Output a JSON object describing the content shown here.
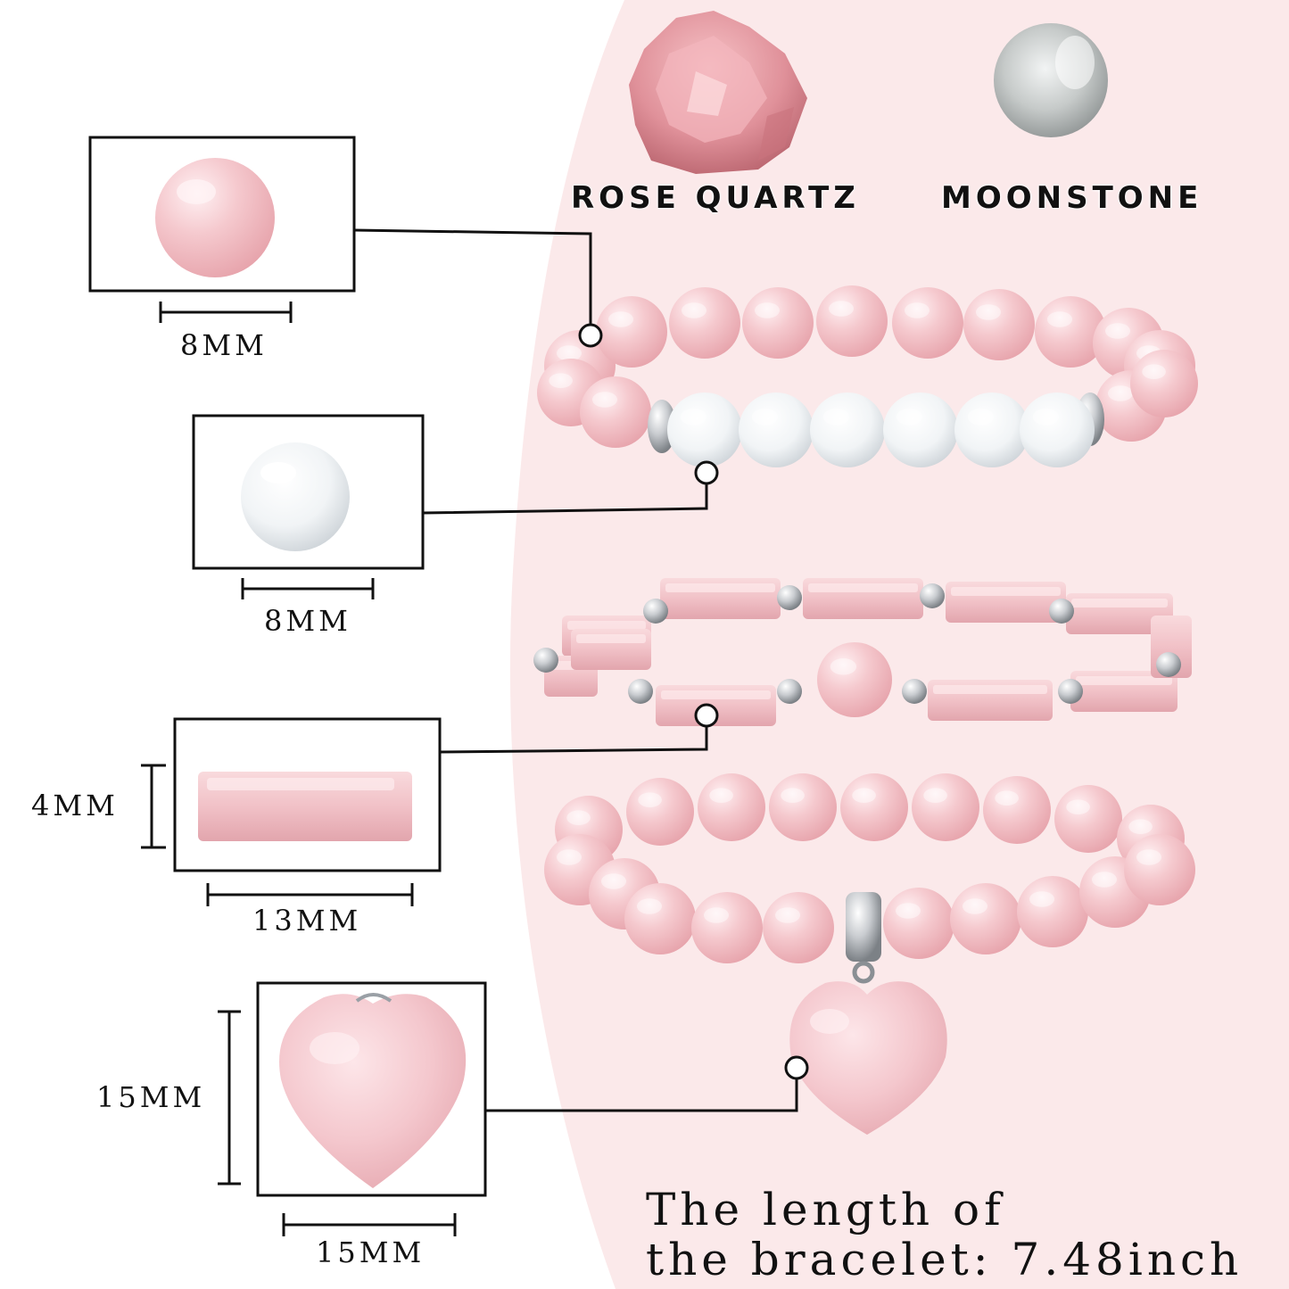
{
  "materials": [
    {
      "name": "ROSE QUARTZ",
      "icon": "rose-quartz-raw-stone-icon",
      "color": "#e2929a"
    },
    {
      "name": "MOONSTONE",
      "icon": "moonstone-sphere-icon",
      "color": "#c9cccb"
    }
  ],
  "specs": {
    "rose_bead_size": "8MM",
    "moonstone_bead_size": "8MM",
    "tube_height": "4MM",
    "tube_length": "13MM",
    "heart_height": "15MM",
    "heart_width": "15MM"
  },
  "note": {
    "line1": "The length of",
    "line2": "the bracelet: 7.48inch"
  },
  "colors": {
    "rose_quartz": "#f2c4c9",
    "moonstone": "#f4f6f7",
    "silver": "#c8ccd0",
    "background_pink": "#fbe9ea"
  }
}
